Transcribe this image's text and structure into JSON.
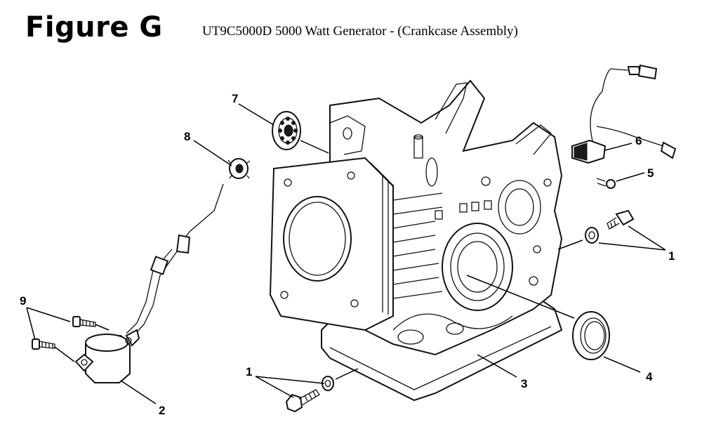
{
  "figure": {
    "label": "Figure G",
    "title": "UT9C5000D 5000 Watt Generator - (Crankcase Assembly)"
  },
  "callouts": {
    "c1_right": "1",
    "c1_bottom": "1",
    "c2": "2",
    "c3": "3",
    "c4": "4",
    "c5": "5",
    "c6": "6",
    "c7": "7",
    "c8": "8",
    "c9": "9"
  }
}
